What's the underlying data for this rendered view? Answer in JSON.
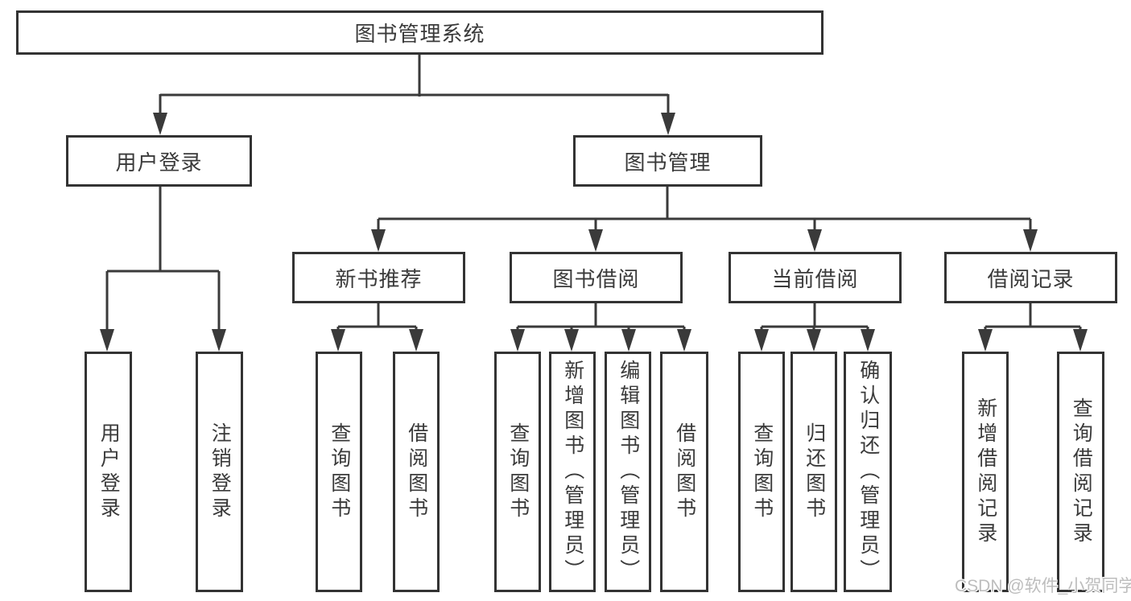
{
  "diagram": {
    "root": {
      "label": "图书管理系统"
    },
    "level2": {
      "user_login": {
        "label": "用户登录"
      },
      "book_management": {
        "label": "图书管理"
      }
    },
    "level3": {
      "new_book_recommend": {
        "label": "新书推荐"
      },
      "book_borrow": {
        "label": "图书借阅"
      },
      "current_borrow": {
        "label": "当前借阅"
      },
      "borrow_records": {
        "label": "借阅记录"
      }
    },
    "leaves": {
      "user_login": {
        "label": "用户登录"
      },
      "logout": {
        "label": "注销登录"
      },
      "nb_query_books": {
        "label": "查询图书"
      },
      "nb_borrow_books": {
        "label": "借阅图书"
      },
      "bb_query_books": {
        "label": "查询图书"
      },
      "bb_add_books_admin": {
        "label": "新增图书（管理员）"
      },
      "bb_edit_books_admin": {
        "label": "编辑图书（管理员）"
      },
      "bb_borrow_books": {
        "label": "借阅图书"
      },
      "cb_query_books": {
        "label": "查询图书"
      },
      "cb_return_books": {
        "label": "归还图书"
      },
      "cb_confirm_return_admin": {
        "label": "确认归还（管理员）"
      },
      "br_add_record": {
        "label": "新增借阅记录"
      },
      "br_query_record": {
        "label": "查询借阅记录"
      }
    }
  },
  "watermark": {
    "text": "CSDN @软件_小贺同学"
  },
  "colors": {
    "line": "#3a3a3a",
    "box_border": "#333333",
    "text": "#3a3a3a",
    "watermark": "#bdbdbd",
    "background": "#ffffff"
  }
}
